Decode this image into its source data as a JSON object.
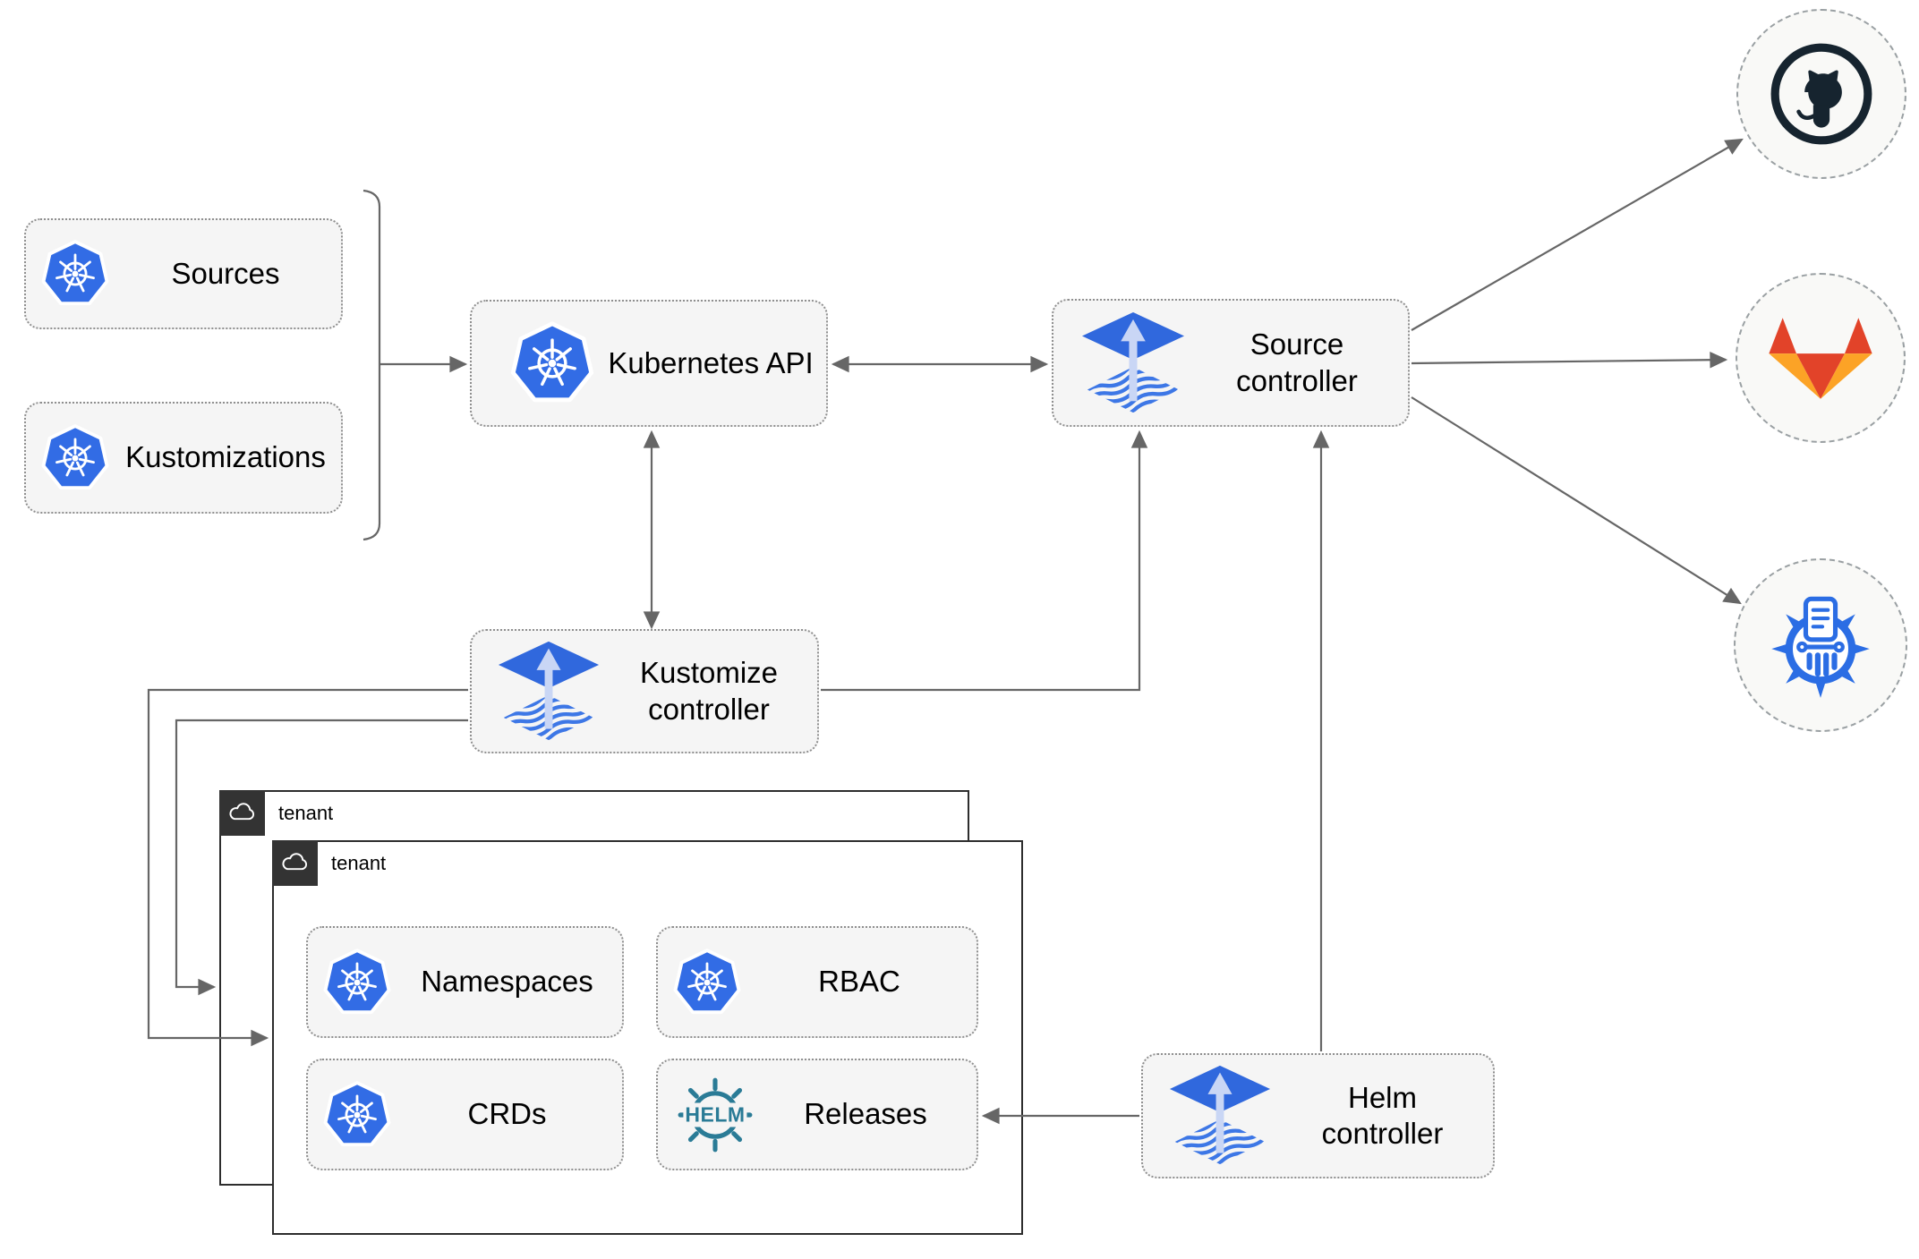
{
  "nodes": {
    "sources": {
      "label": "Sources",
      "icon": "kubernetes-icon"
    },
    "kustomizations": {
      "label": "Kustomizations",
      "icon": "kubernetes-icon"
    },
    "kubernetes_api": {
      "label": "Kubernetes API",
      "icon": "kubernetes-icon"
    },
    "source_controller": {
      "label": "Source controller",
      "icon": "flux-icon"
    },
    "kustomize_controller": {
      "label": "Kustomize controller",
      "icon": "flux-icon"
    },
    "helm_controller": {
      "label": "Helm controller",
      "icon": "flux-icon"
    },
    "namespaces": {
      "label": "Namespaces",
      "icon": "kubernetes-icon"
    },
    "rbac": {
      "label": "RBAC",
      "icon": "kubernetes-icon"
    },
    "crds": {
      "label": "CRDs",
      "icon": "kubernetes-icon"
    },
    "releases": {
      "label": "Releases",
      "icon": "helm-icon",
      "icon_text": "HELM"
    }
  },
  "groups": {
    "tenant_outer": {
      "label": "tenant"
    },
    "tenant_inner": {
      "label": "tenant"
    }
  },
  "providers": [
    {
      "name": "github",
      "icon": "github-icon"
    },
    {
      "name": "gitlab",
      "icon": "gitlab-icon"
    },
    {
      "name": "chartmuseum",
      "icon": "chartmuseum-icon"
    }
  ],
  "colors": {
    "kubernetes_blue": "#326CE5",
    "flux_blue": "#3068DD",
    "flux_arrow_light": "#C9D6F5",
    "helm_teal": "#2A7B96",
    "chartmuseum_blue": "#2B6DE4",
    "github_dark": "#16242F",
    "gitlab_red": "#E24329",
    "gitlab_amber": "#FCA326",
    "connector_gray": "#666666",
    "node_fill": "#F5F5F5",
    "tenant_header": "#333333"
  }
}
